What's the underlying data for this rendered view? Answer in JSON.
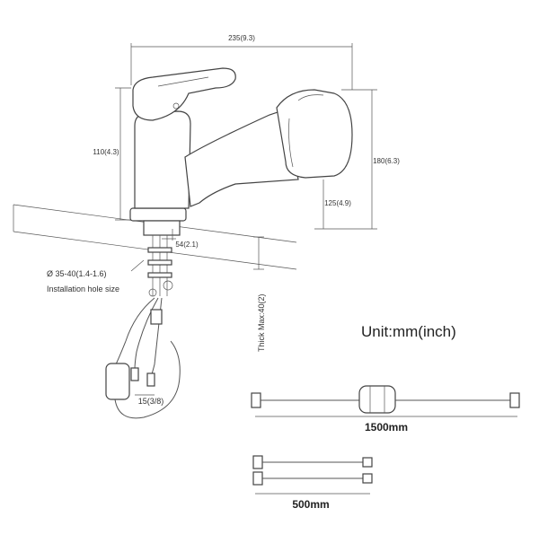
{
  "dimensions": {
    "total_width": "235(9.3)",
    "body_height": "110(4.3)",
    "spout_height": "180(6.3)",
    "spout_clearance": "125(4.9)",
    "base_offset": "54(2.1)",
    "hole_diameter": "Ø 35-40(1.4-1.6)",
    "hole_label": "Installation hole size",
    "thickness": "Thick Max:40(2)",
    "thread": "15(3/8)"
  },
  "unit_label": "Unit:mm(inch)",
  "hoses": {
    "long_length": "1500mm",
    "short_length": "500mm"
  }
}
